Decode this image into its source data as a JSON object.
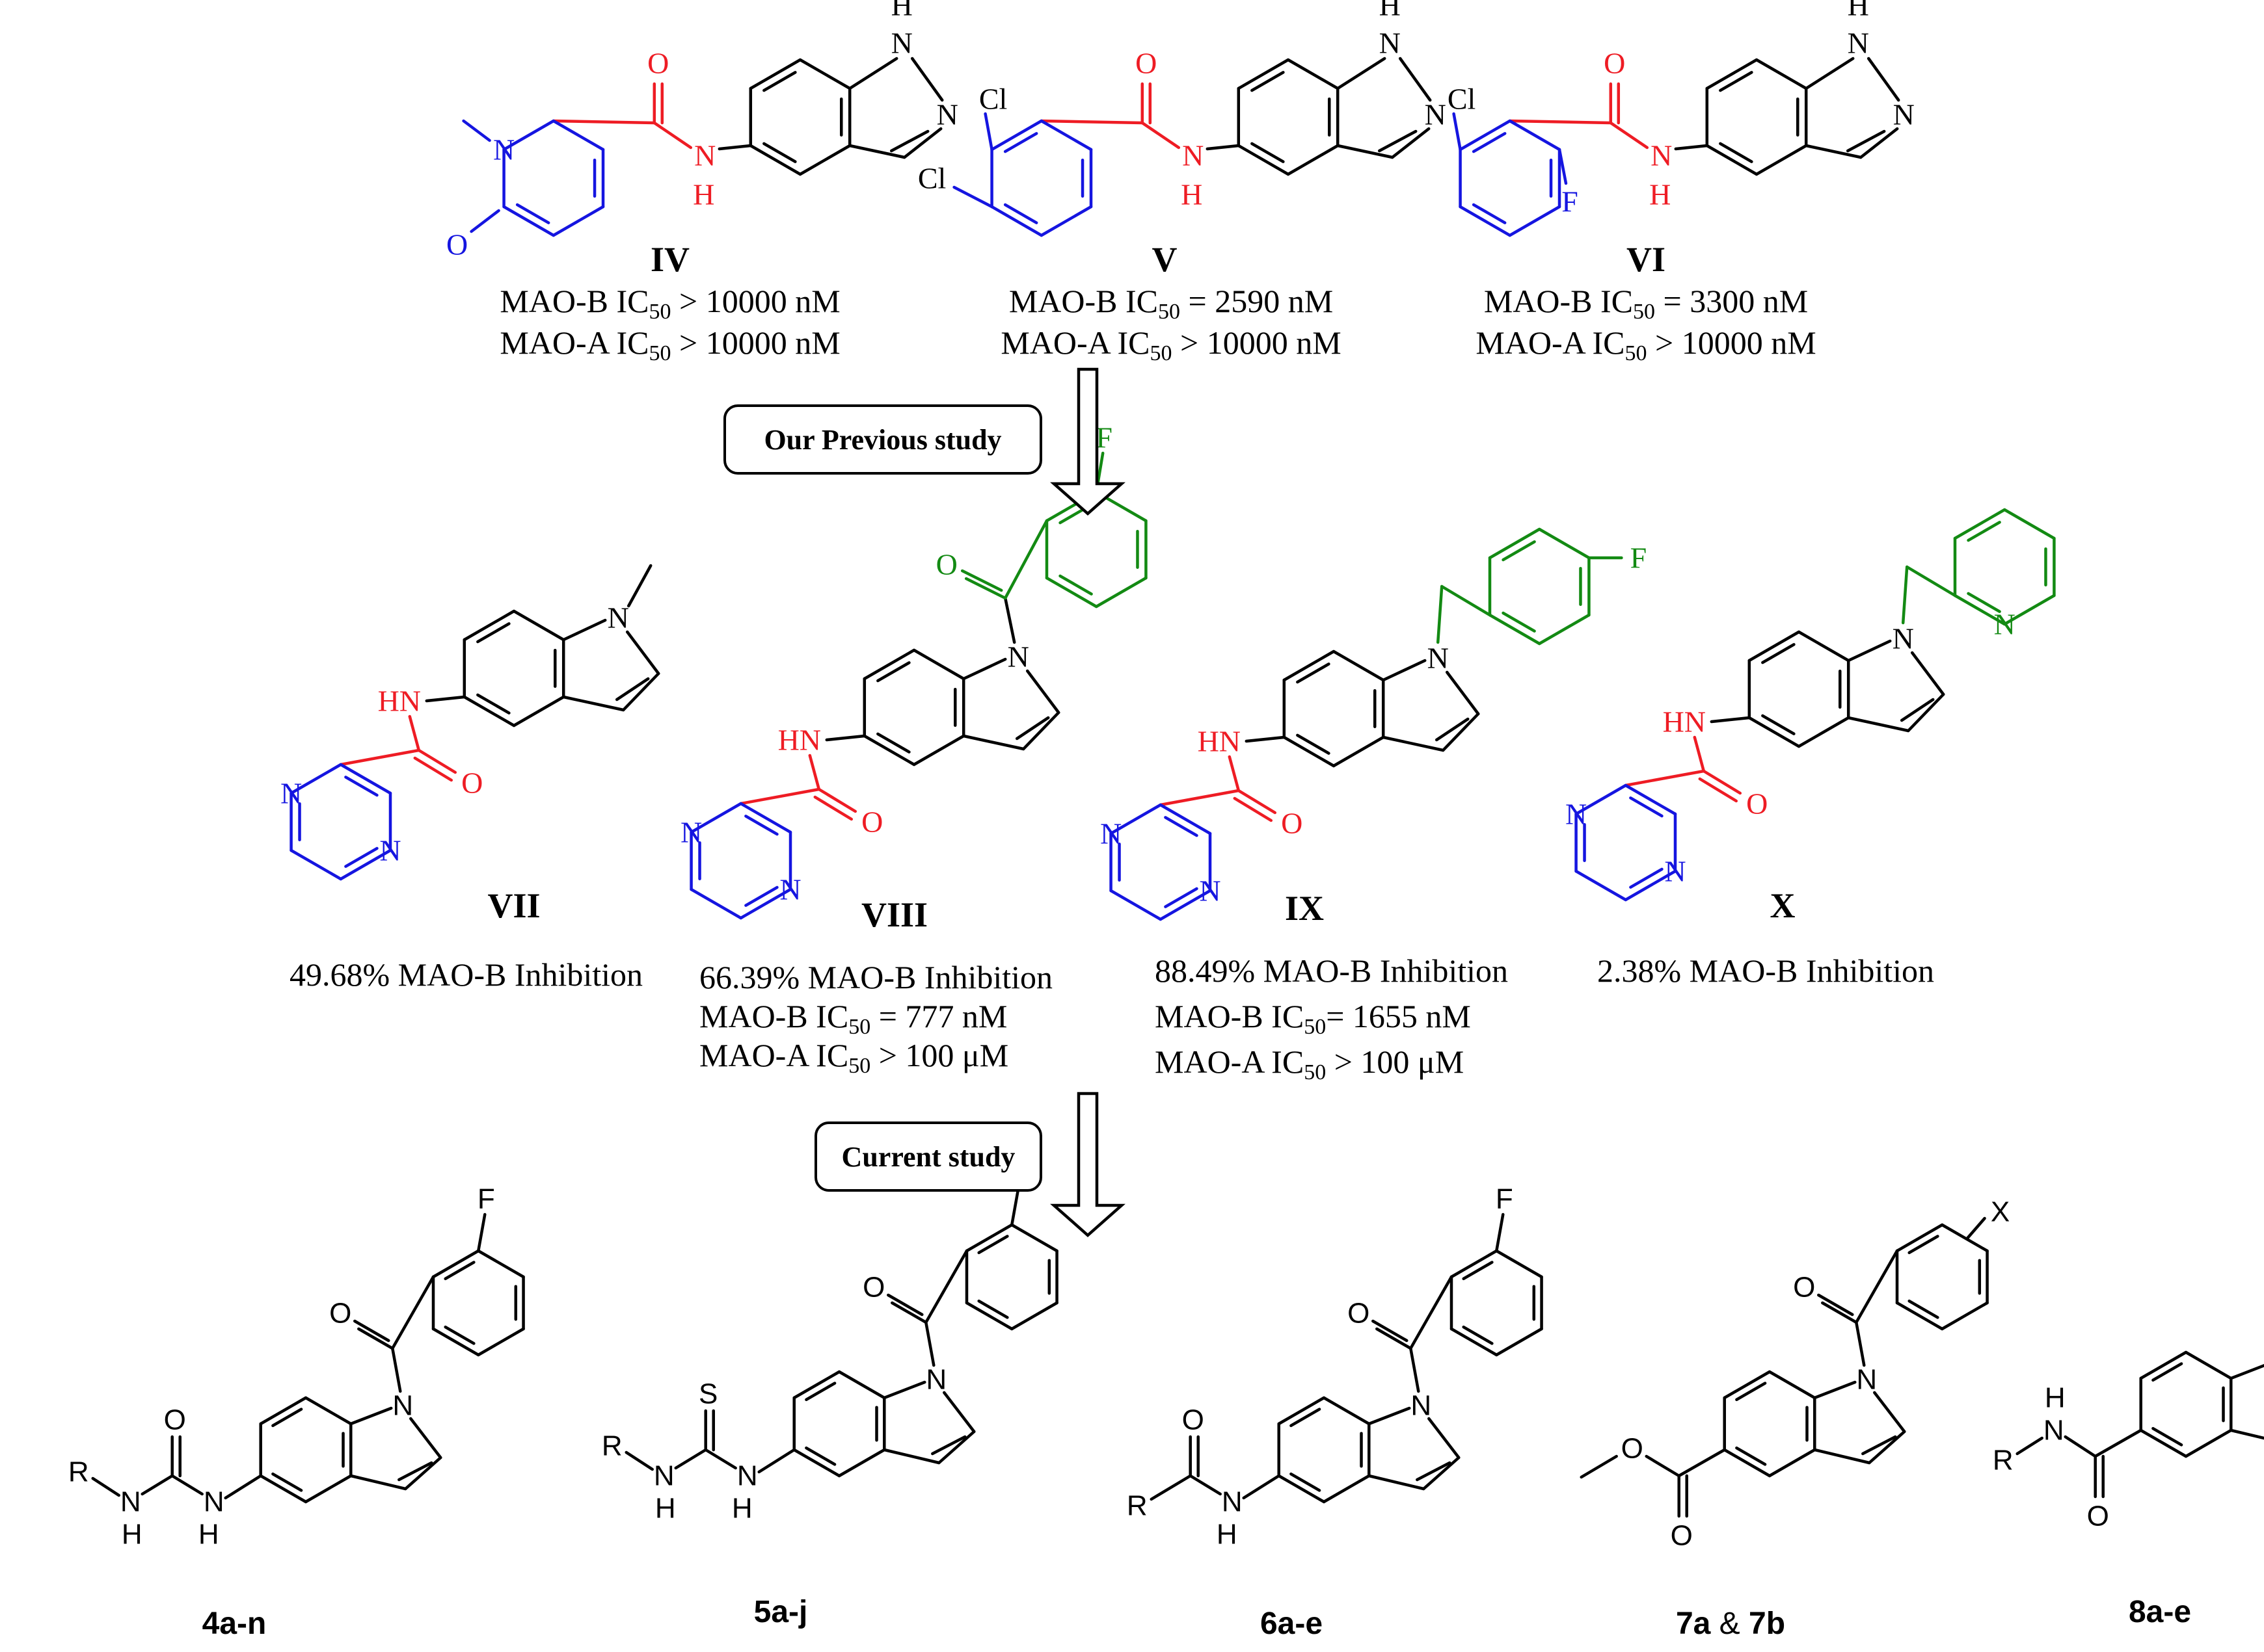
{
  "compounds_top": [
    {
      "id": "IV",
      "line1_pre": "MAO-B IC",
      "line1_post": " > 10000 nM",
      "line2_pre": "MAO-A IC",
      "line2_post": " > 10000 nM"
    },
    {
      "id": "V",
      "line1_pre": "MAO-B IC",
      "line1_post": " = 2590 nM",
      "line2_pre": "MAO-A IC",
      "line2_post": " > 10000 nM"
    },
    {
      "id": "VI",
      "line1_pre": "MAO-B IC",
      "line1_post": " = 3300 nM",
      "line2_pre": "MAO-A IC",
      "line2_post": " > 10000 nM"
    }
  ],
  "subscript": "50",
  "step_labels": {
    "previous": "Our Previous study",
    "current": "Current study"
  },
  "compounds_mid": [
    {
      "id": "VII",
      "lines": [
        "49.68% MAO-B Inhibition"
      ]
    },
    {
      "id": "VIII",
      "lines": [
        "66.39%  MAO-B Inhibition"
      ],
      "ic_b_pre": "MAO-B IC",
      "ic_b_post": " = 777  nM",
      "ic_a_pre": "MAO-A IC",
      "ic_a_post": " > 100 μM"
    },
    {
      "id": "IX",
      "lines": [
        "88.49%  MAO-B Inhibition"
      ],
      "ic_b_pre": "MAO-B IC",
      "ic_b_post": "= 1655 nM",
      "ic_a_pre": "MAO-A IC",
      "ic_a_post": " >  100 μM"
    },
    {
      "id": "X",
      "lines": [
        "2.38%  MAO-B Inhibition"
      ]
    }
  ],
  "compounds_bottom": [
    {
      "id": "4a-n"
    },
    {
      "id": "5a-j"
    },
    {
      "id": "6a-e"
    },
    {
      "id": "7a",
      "amp": "&",
      "id2": "7b"
    },
    {
      "id": "8a-e"
    }
  ],
  "atoms": {
    "N": "N",
    "H": "H",
    "O": "O",
    "F": "F",
    "Cl": "Cl",
    "S": "S",
    "R": "R",
    "X": "X",
    "NH": "NH",
    "HN": "HN"
  },
  "colors": {
    "blue": "#1515e0",
    "red": "#ee1c24",
    "green": "#138a13",
    "black": "#000000"
  }
}
